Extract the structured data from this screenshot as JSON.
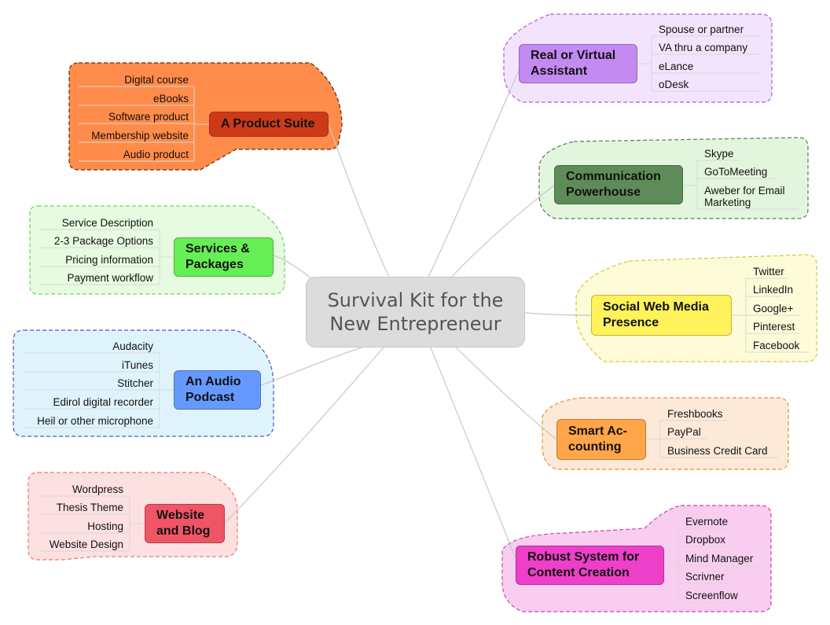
{
  "center": {
    "title": "Survival Kit for the\nNew Entrepreneur"
  },
  "branches": [
    {
      "id": "product",
      "label": "A Product Suite",
      "node_color": "#cc3a1a",
      "area_color": "#ff8c4a",
      "border_color": "#5a2a10",
      "items": [
        "Digital course",
        "eBooks",
        "Software product",
        "Membership website",
        "Audio product"
      ]
    },
    {
      "id": "services",
      "label": "Services &\nPackages",
      "node_color": "#66ee55",
      "area_color": "#e6fbe0",
      "border_color": "#66dd55",
      "items": [
        "Service Description",
        "2-3 Package Options",
        "Pricing information",
        "Payment workflow"
      ]
    },
    {
      "id": "podcast",
      "label": "An Audio\nPodcast",
      "node_color": "#6699ff",
      "area_color": "#dff3fc",
      "border_color": "#4455cc",
      "items": [
        "Audacity",
        "iTunes",
        "Stitcher",
        "Edirol digital recorder",
        "Heil or other microphone"
      ]
    },
    {
      "id": "website",
      "label": "Website\nand Blog",
      "node_color": "#f05565",
      "area_color": "#fde0e0",
      "border_color": "#ee7777",
      "items": [
        "Wordpress",
        "Thesis Theme",
        "Hosting",
        "Website Design"
      ]
    },
    {
      "id": "assistant",
      "label": "Real or Virtual\nAssistant",
      "node_color": "#c38af2",
      "area_color": "#f2e4fc",
      "border_color": "#bb55dd",
      "items": [
        "Spouse or partner",
        "VA thru a company",
        "eLance",
        "oDesk"
      ]
    },
    {
      "id": "communication",
      "label": "Communication\nPowerhouse",
      "node_color": "#5e8c58",
      "area_color": "#e2f6dd",
      "border_color": "#5a7a5a",
      "items": [
        "Skype",
        "GoToMeeting",
        "Aweber for Email\nMarketing"
      ]
    },
    {
      "id": "social",
      "label": "Social Web Media\nPresence",
      "node_color": "#fff25a",
      "area_color": "#fefbd9",
      "border_color": "#d8c830",
      "items": [
        "Twitter",
        "LinkedIn",
        "Google+",
        "Pinterest",
        "Facebook"
      ]
    },
    {
      "id": "accounting",
      "label": "Smart Ac-\ncounting",
      "node_color": "#ffa54a",
      "area_color": "#fde9d8",
      "border_color": "#e59033",
      "items": [
        "Freshbooks",
        "PayPal",
        "Business Credit Card"
      ]
    },
    {
      "id": "content",
      "label": "Robust System for\nContent Creation",
      "node_color": "#ee3fc8",
      "area_color": "#f9cdf0",
      "border_color": "#cc44aa",
      "items": [
        "Evernote",
        "Dropbox",
        "Mind Manager",
        "Scrivner",
        "Screenflow"
      ]
    }
  ]
}
